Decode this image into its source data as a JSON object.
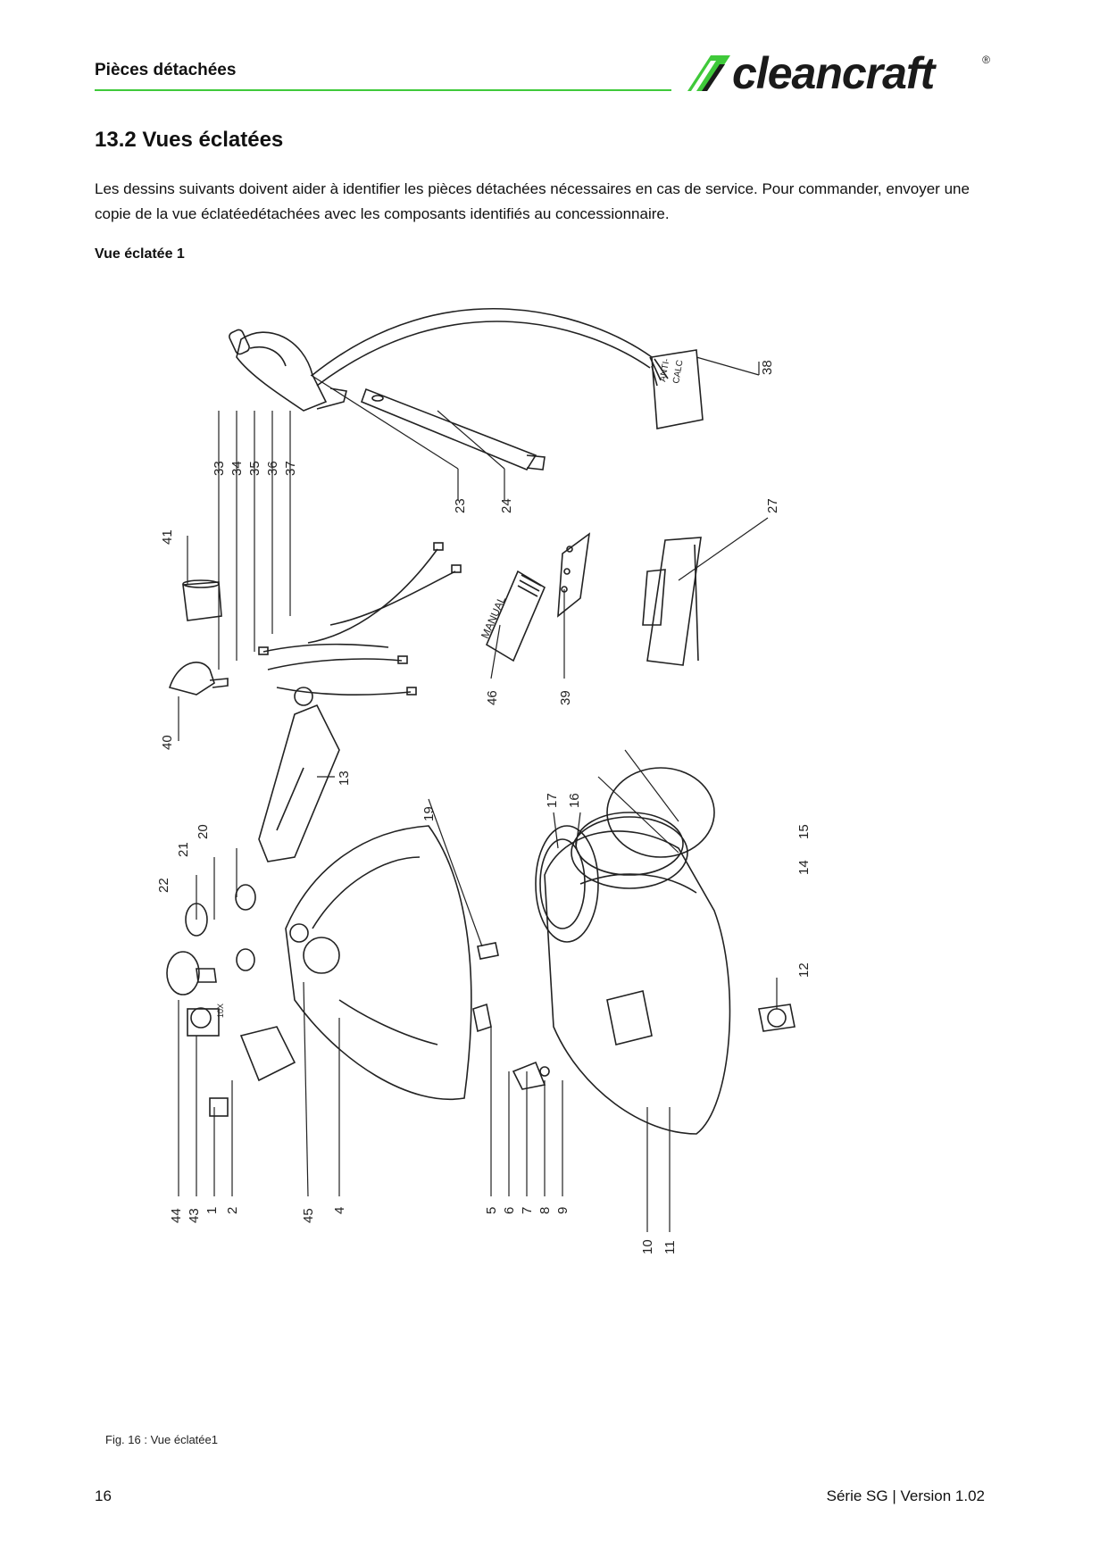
{
  "header": {
    "title": "Pièces détachées",
    "logo_text": "cleancraft",
    "logo_reg": "®",
    "rule_color": "#3fc93a"
  },
  "section": {
    "title": "13.2 Vues éclatées",
    "intro": "Les dessins suivants doivent aider à identifier les pièces détachées nécessaires en cas de service. Pour commander, envoyer une copie de la vue éclatéedétachées avec les composants identifiés au concessionnaire.",
    "subheading": "Vue éclatée 1"
  },
  "figure": {
    "caption": "Fig. 16 : Vue éclatée1",
    "part_labels": [
      "1",
      "2",
      "4",
      "5",
      "6",
      "7",
      "8",
      "9",
      "10",
      "11",
      "12",
      "13",
      "14",
      "15",
      "16",
      "17",
      "19",
      "20",
      "21",
      "22",
      "23",
      "24",
      "27",
      "33",
      "34",
      "35",
      "36",
      "37",
      "38",
      "39",
      "40",
      "41",
      "43",
      "44",
      "45",
      "46"
    ],
    "bag_text_1": "ANTI-",
    "bag_text_2": "CALC",
    "manual_text": "MANUAL",
    "seal_text": "10X"
  },
  "footer": {
    "page_number": "16",
    "series_version": "Série SG | Version 1.02"
  }
}
